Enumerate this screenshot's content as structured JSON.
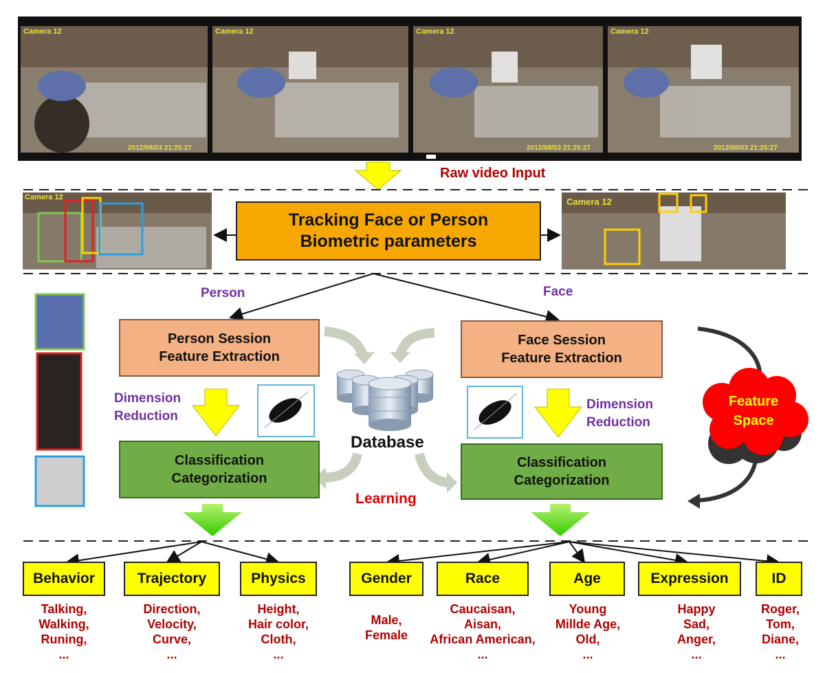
{
  "top_frames": {
    "camera_label": "Camera 12",
    "timestamp": "2012/08/03 21:25:27"
  },
  "labels": {
    "raw_video_input": "Raw video Input",
    "tracking_line1": "Tracking Face or Person",
    "tracking_line2": "Biometric parameters",
    "person": "Person",
    "face": "Face",
    "person_session_line1": "Person Session",
    "person_session_line2": "Feature Extraction",
    "face_session_line1": "Face Session",
    "face_session_line2": "Feature Extraction",
    "dim_red_left_1": "Dimension",
    "dim_red_left_2": "Reduction",
    "dim_red_right_1": "Dimension",
    "dim_red_right_2": "Reduction",
    "class_left_1": "Classification",
    "class_left_2": "Categorization",
    "class_right_1": "Classification",
    "class_right_2": "Categorization",
    "database": "Database",
    "learning": "Learning",
    "feature_space_1": "Feature",
    "feature_space_2": "Space"
  },
  "categories": [
    {
      "name": "Behavior",
      "values": [
        "Talking,",
        "Walking,",
        "Runing,",
        "..."
      ]
    },
    {
      "name": "Trajectory",
      "values": [
        "Direction,",
        "Velocity,",
        "Curve,",
        "..."
      ]
    },
    {
      "name": "Physics",
      "values": [
        "Height,",
        "Hair color,",
        "Cloth,",
        "..."
      ]
    },
    {
      "name": "Gender",
      "values": [
        "Male,",
        "Female"
      ]
    },
    {
      "name": "Race",
      "values": [
        "Caucaisan,",
        "Aisan,",
        "African American,",
        "..."
      ]
    },
    {
      "name": "Age",
      "values": [
        "Young",
        "Millde Age,",
        "Old,",
        "..."
      ]
    },
    {
      "name": "Expression",
      "values": [
        "Happy",
        "Sad,",
        "Anger,",
        "..."
      ]
    },
    {
      "name": "ID",
      "values": [
        "Roger,",
        "Tom,",
        "Diane,",
        "..."
      ]
    }
  ],
  "colors": {
    "tracking_box": "#f7a800",
    "session_box": "#f4b183",
    "class_box": "#70ad47",
    "category_box": "#ffff00",
    "dark_red_text": "#b00000",
    "purple_text": "#7030a0",
    "red_text": "#e00000",
    "feature_cloud": "#ff0000"
  }
}
